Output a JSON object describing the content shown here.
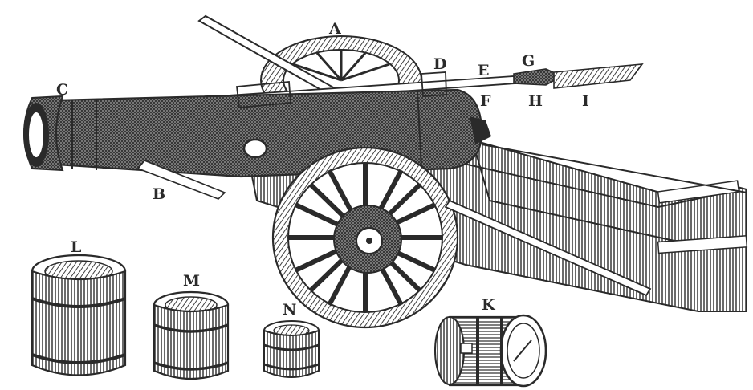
{
  "labels": {
    "A": "A",
    "B": "B",
    "C": "C",
    "D": "D",
    "E": "E",
    "F": "F",
    "G": "G",
    "H": "H",
    "I": "I",
    "K": "K",
    "L": "L",
    "M": "M",
    "N": "N"
  },
  "colors": {
    "ink": "#2a2a2a",
    "paper": "#ffffff",
    "shade": "#6e6e6e"
  }
}
